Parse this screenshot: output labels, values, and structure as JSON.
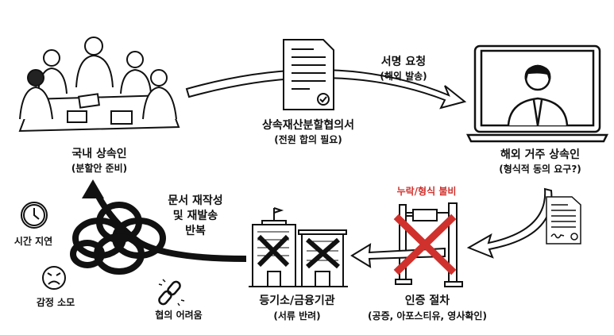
{
  "nodes": {
    "domestic": {
      "title": "국내 상속인",
      "subtitle": "(분할안 준비)"
    },
    "agreement": {
      "title": "상속재산분할협의서",
      "subtitle": "(전원 합의 필요)"
    },
    "request": {
      "title": "서명 요청",
      "subtitle": "(해외 발송)"
    },
    "overseas": {
      "title": "해외 거주 상속인",
      "subtitle": "(형식적 동의 요구?)"
    },
    "defect": {
      "title": "누락/형식 불비"
    },
    "certification": {
      "title": "인증 절차",
      "subtitle": "(공증, 아포스티유, 영사확인)"
    },
    "registry": {
      "title": "등기소/금융기관",
      "subtitle": "(서류 반려)"
    },
    "loop": {
      "line1": "문서 재작성",
      "line2": "및 재발송",
      "line3": "반복"
    }
  },
  "consequences": [
    {
      "icon": "clock-icon",
      "label": "시간 지연"
    },
    {
      "icon": "angry-face-icon",
      "label": "감정 소모"
    },
    {
      "icon": "broken-chain-icon",
      "label": "협의 어려움"
    }
  ],
  "colors": {
    "ink": "#111111",
    "error": "#d0312d"
  }
}
